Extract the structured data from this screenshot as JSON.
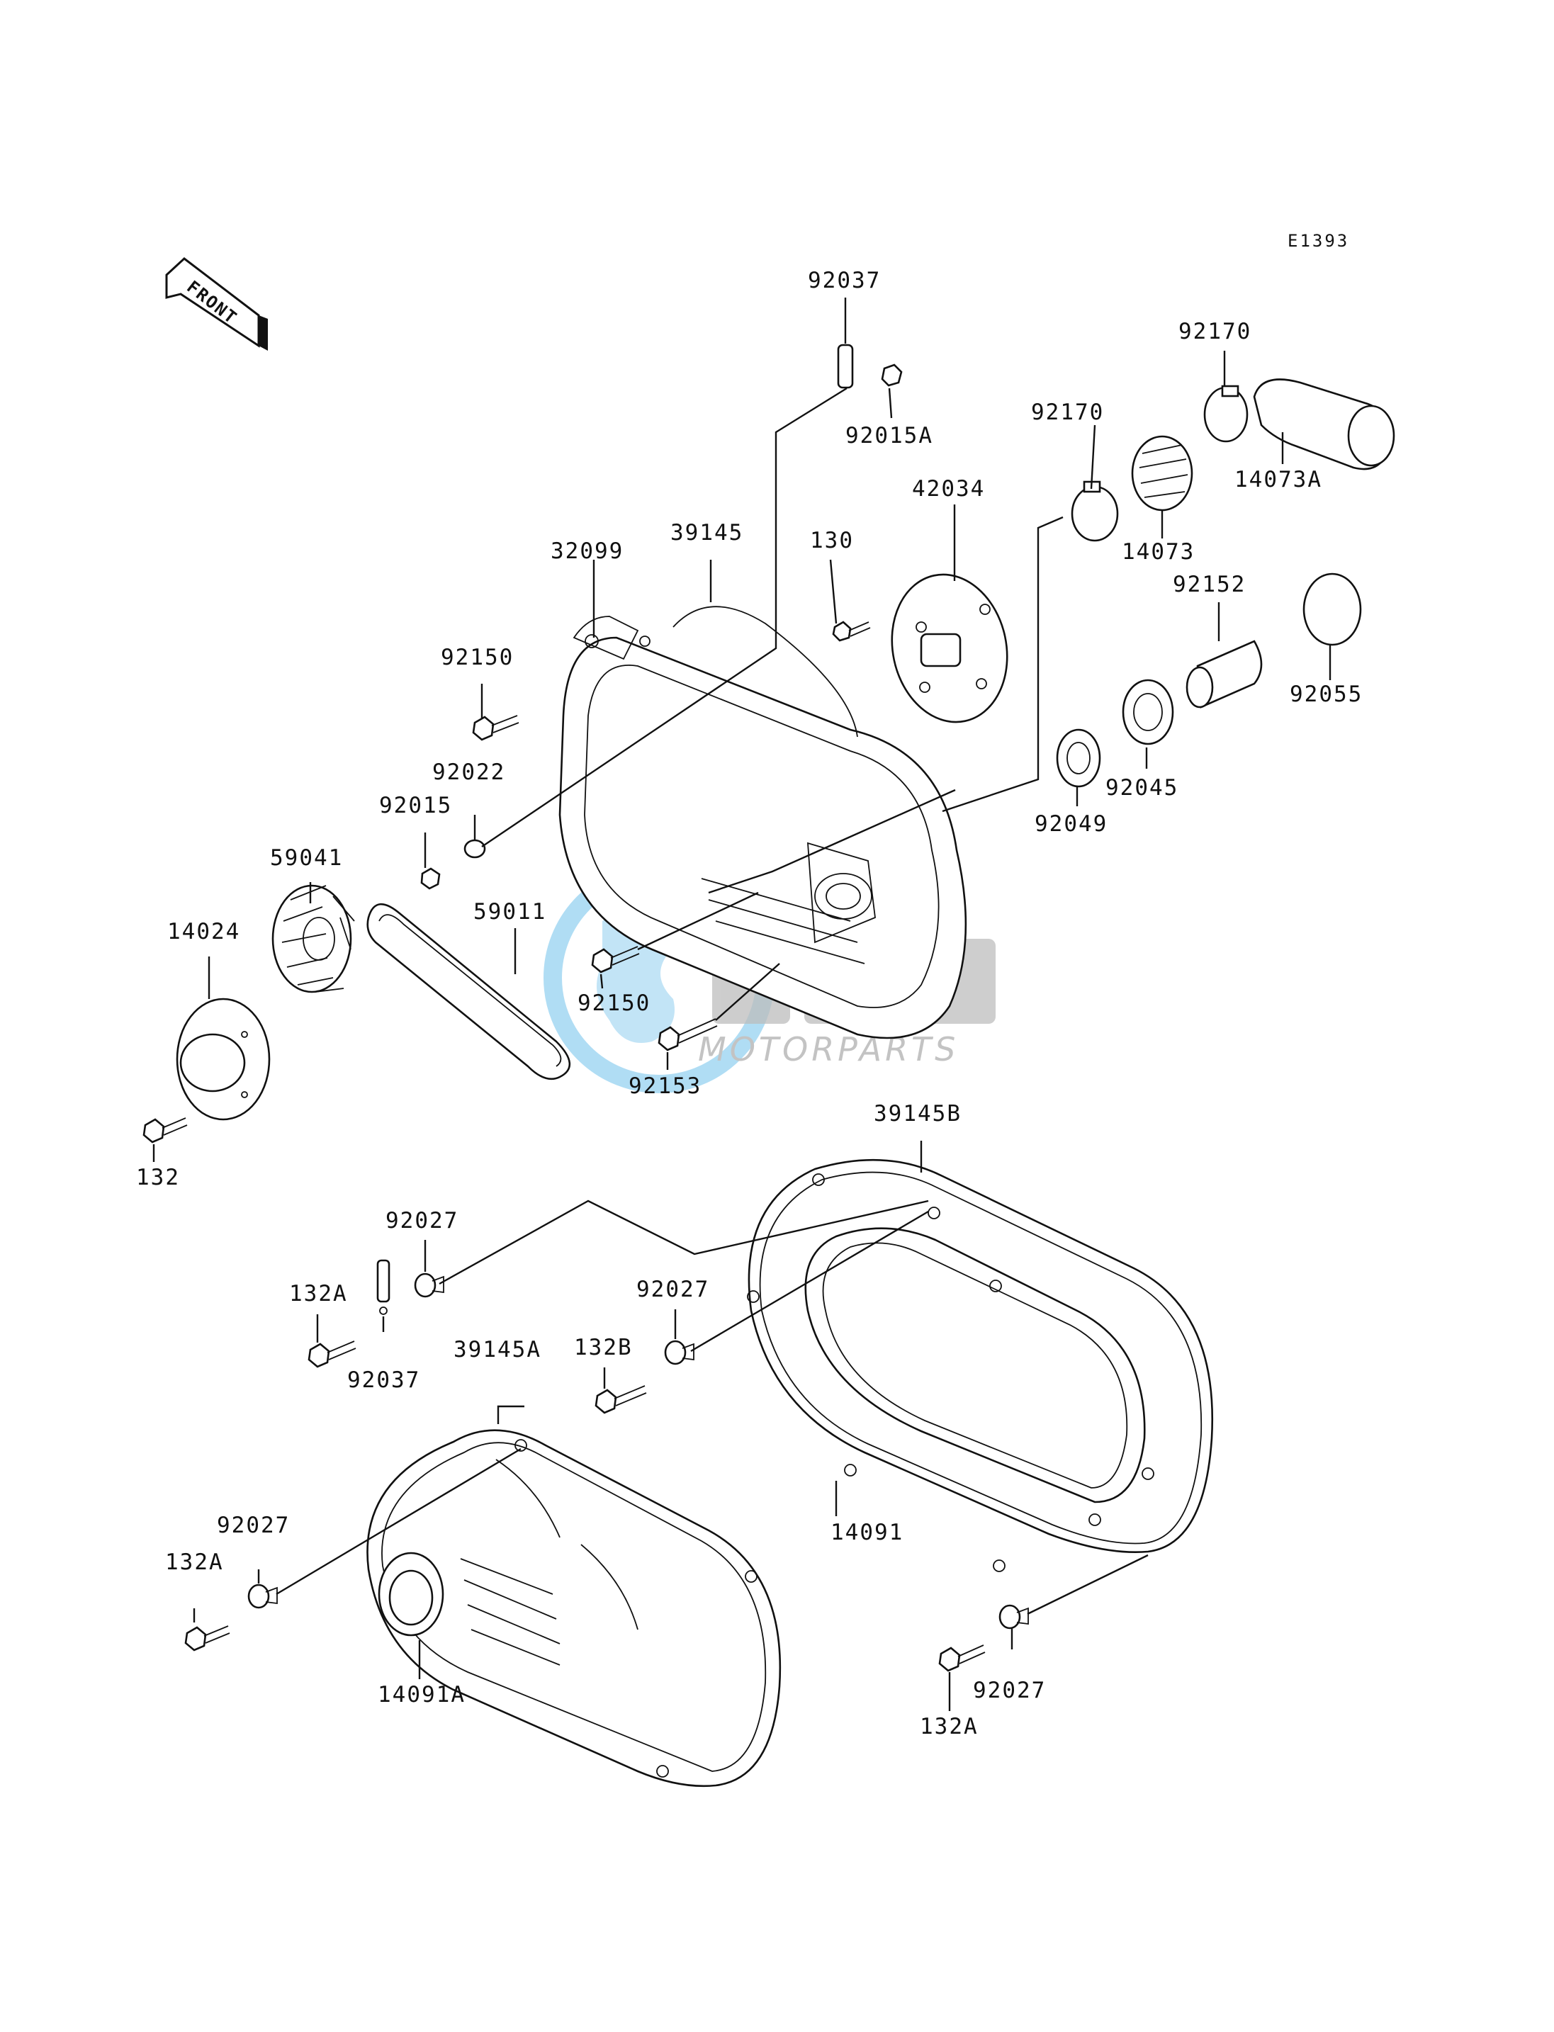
{
  "diagram_code": "E1393",
  "front_indicator": "FRONT",
  "watermark": {
    "brand": "OSM",
    "tagline": "MOTORPARTS",
    "color": "#4fb3e6"
  },
  "labels": {
    "l_92037_top": "92037",
    "l_92015A": "92015A",
    "l_92170_a": "92170",
    "l_92170_b": "92170",
    "l_14073A": "14073A",
    "l_14073": "14073",
    "l_42034": "42034",
    "l_130": "130",
    "l_39145": "39145",
    "l_32099": "32099",
    "l_92152": "92152",
    "l_92055": "92055",
    "l_92150_a": "92150",
    "l_92045": "92045",
    "l_92049": "92049",
    "l_92022": "92022",
    "l_92015": "92015",
    "l_59041": "59041",
    "l_59011": "59011",
    "l_14024": "14024",
    "l_92150_b": "92150",
    "l_92153": "92153",
    "l_132": "132",
    "l_39145B": "39145B",
    "l_92027_a": "92027",
    "l_132A_a": "132A",
    "l_92037_b": "92037",
    "l_92027_b": "92027",
    "l_132B": "132B",
    "l_39145A": "39145A",
    "l_14091": "14091",
    "l_92027_c": "92027",
    "l_132A_b": "132A",
    "l_14091A": "14091A",
    "l_92027_d": "92027",
    "l_132A_c": "132A"
  }
}
